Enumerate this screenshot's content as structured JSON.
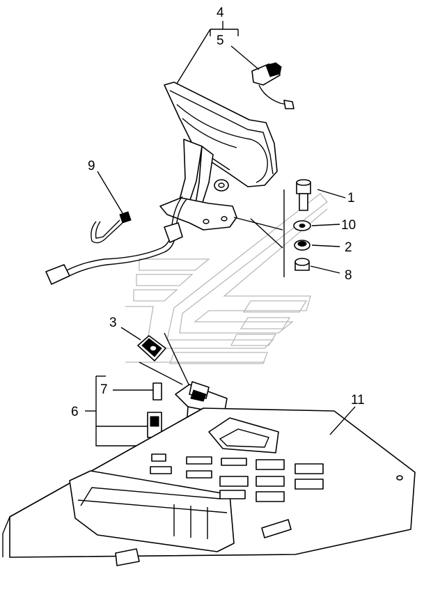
{
  "diagram": {
    "callouts": [
      {
        "id": "4",
        "label": "4"
      },
      {
        "id": "5",
        "label": "5"
      },
      {
        "id": "9",
        "label": "9"
      },
      {
        "id": "1",
        "label": "1"
      },
      {
        "id": "10",
        "label": "10"
      },
      {
        "id": "2",
        "label": "2"
      },
      {
        "id": "8",
        "label": "8"
      },
      {
        "id": "3",
        "label": "3"
      },
      {
        "id": "7",
        "label": "7"
      },
      {
        "id": "6",
        "label": "6"
      },
      {
        "id": "11",
        "label": "11"
      }
    ]
  },
  "colors": {
    "line": "#000000",
    "background": "#ffffff",
    "watermark": "#b9b9b9"
  }
}
